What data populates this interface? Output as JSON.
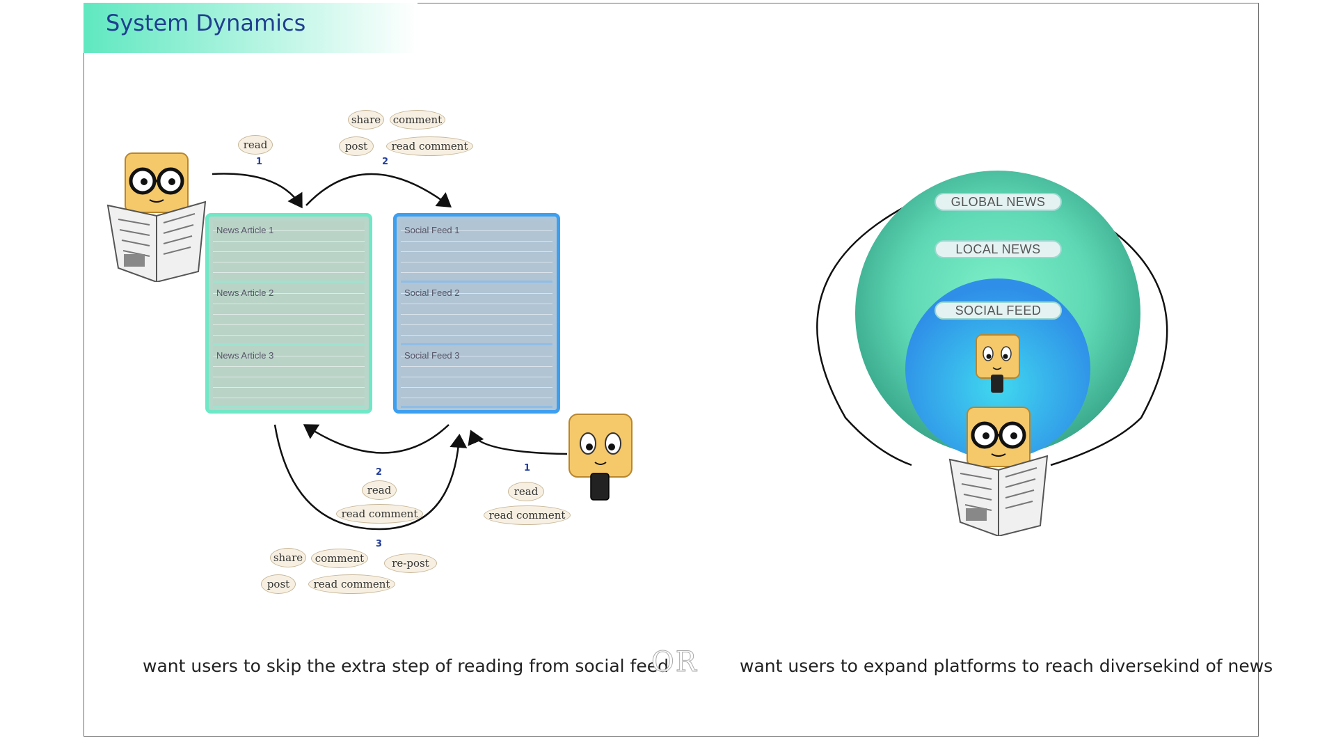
{
  "slide": {
    "title": "System Dynamics"
  },
  "left_diagram": {
    "news_panel": {
      "items": [
        "News Article 1",
        "News Article 2",
        "News Article 3"
      ]
    },
    "social_panel": {
      "items": [
        "Social Feed 1",
        "Social Feed 2",
        "Social Feed 3"
      ]
    },
    "top_flow": {
      "step1": {
        "number": "1",
        "actions": [
          "read"
        ]
      },
      "step2": {
        "number": "2",
        "actions": [
          "share",
          "comment",
          "post",
          "read comment"
        ]
      }
    },
    "bottom_flow": {
      "step1": {
        "number": "1",
        "actions": [
          "read",
          "read comment"
        ]
      },
      "step2": {
        "number": "2",
        "actions": [
          "read",
          "read comment"
        ]
      },
      "step3": {
        "number": "3",
        "actions": [
          "share",
          "comment",
          "re-post",
          "post",
          "read comment"
        ]
      }
    }
  },
  "right_diagram": {
    "rings": [
      "GLOBAL NEWS",
      "LOCAL NEWS",
      "SOCIAL FEED"
    ]
  },
  "footer": {
    "left_caption": "want users to skip the extra step of reading from social feed",
    "separator": "OR",
    "right_caption": "want users to expand platforms to reach diversekind of news"
  },
  "colors": {
    "news": "#6ee8c6",
    "social": "#3d9ff0",
    "title": "#1f3f8f",
    "character": "#f5c86a"
  },
  "icons": [
    "newspaper-reader-character",
    "phone-user-character",
    "arrow-icon"
  ]
}
